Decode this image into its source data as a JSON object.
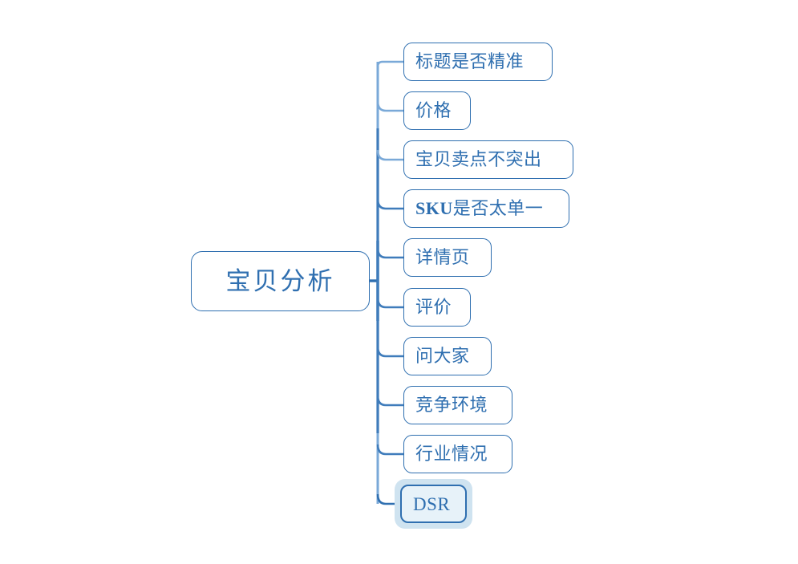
{
  "diagram": {
    "type": "mind-map",
    "title": "宝贝分析",
    "orientation": "left-root-right-children",
    "colors": {
      "node_border": "#2f6fb0",
      "node_text": "#2f6fb0",
      "node_fill": "#ffffff",
      "connector": "#2f6fb0",
      "connector_light": "#7aa9d8",
      "selection_halo": "#cfe3f0",
      "selected_fill": "#e7f2f9",
      "canvas": "#ffffff"
    },
    "root": {
      "label": "宝贝分析"
    },
    "children": [
      {
        "label": "标题是否精准",
        "selected": false
      },
      {
        "label": "价格",
        "selected": false
      },
      {
        "label": "宝贝卖点不突出",
        "selected": false
      },
      {
        "label": "SKU是否太单一",
        "selected": false,
        "latin_prefix": "SKU",
        "cjk_suffix": "是否太单一"
      },
      {
        "label": "详情页",
        "selected": false
      },
      {
        "label": "评价",
        "selected": false
      },
      {
        "label": "问大家",
        "selected": false
      },
      {
        "label": "竞争环境",
        "selected": false
      },
      {
        "label": "行业情况",
        "selected": false
      },
      {
        "label": "DSR",
        "selected": true
      }
    ]
  }
}
